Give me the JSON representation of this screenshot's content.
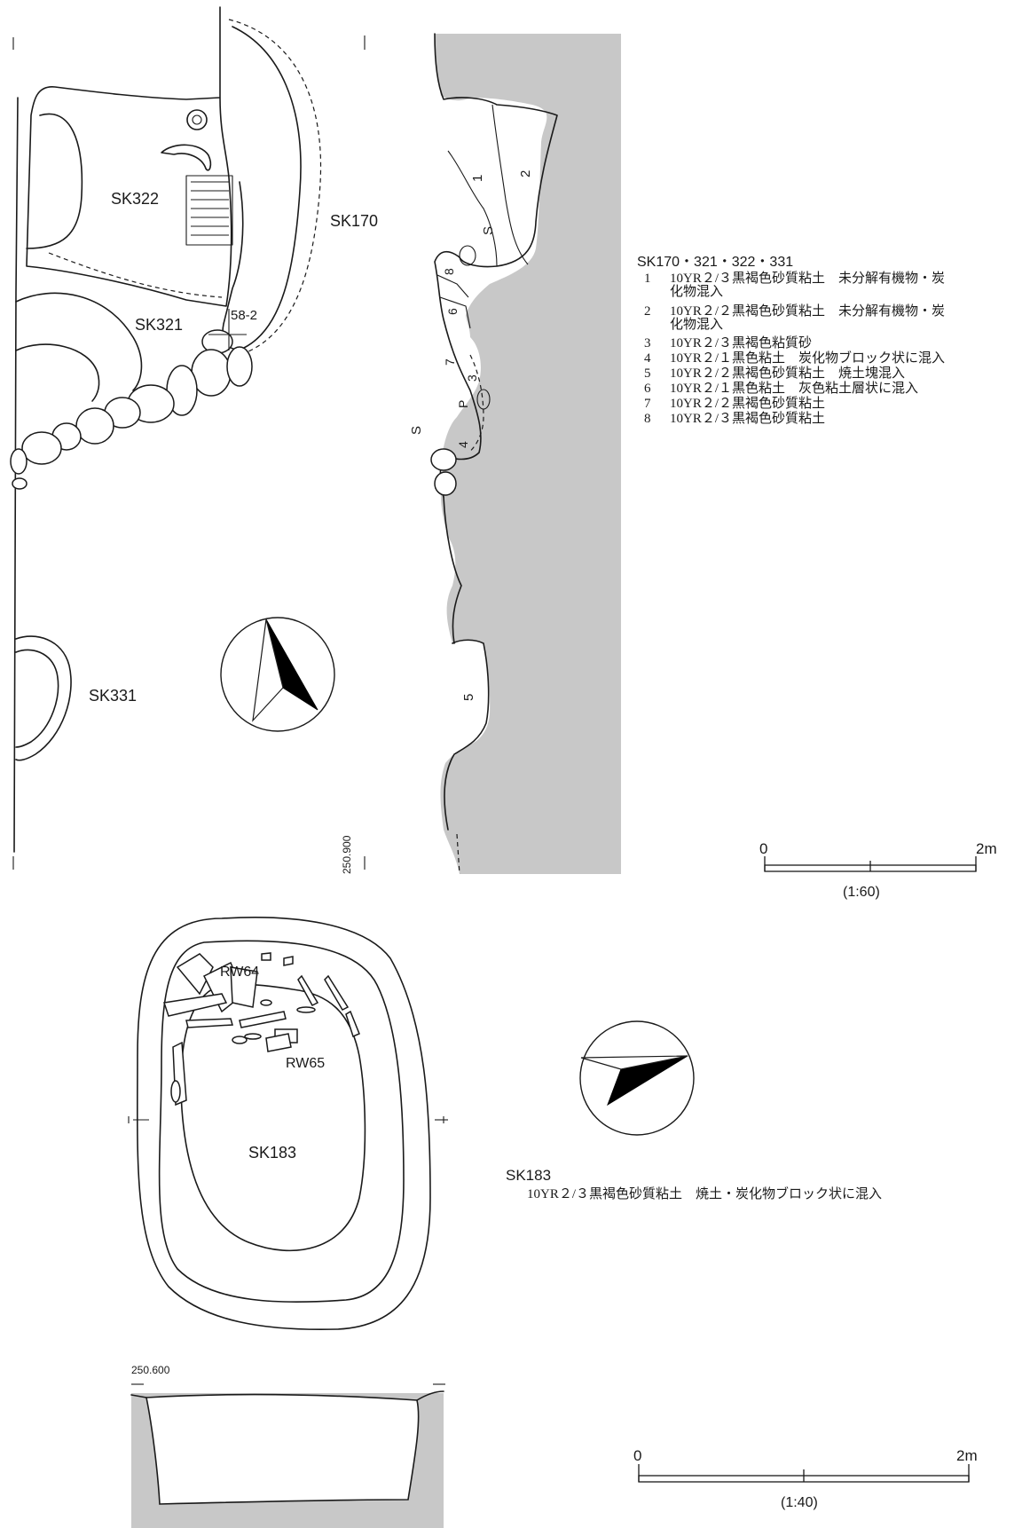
{
  "features": {
    "sk322": "SK322",
    "sk170": "SK170",
    "sk321": "SK321",
    "sk331": "SK331",
    "sk183": "SK183",
    "rw64": "RW64",
    "rw65": "RW65",
    "point_58_2": "58-2"
  },
  "elevations": {
    "upper": "250.900",
    "lower": "250.600"
  },
  "section_upper": {
    "layers": [
      "1",
      "2",
      "S",
      "8",
      "6",
      "7",
      "P",
      "3",
      "4",
      "5"
    ],
    "side_mark": "S"
  },
  "legend_upper": {
    "title": "SK170・321・322・331",
    "layers": [
      {
        "num": "1",
        "text": "10YR２/３黒褐色砂質粘土　未分解有機物・炭",
        "cont": "化物混入"
      },
      {
        "num": "2",
        "text": "10YR２/２黒褐色砂質粘土　未分解有機物・炭",
        "cont": "化物混入"
      },
      {
        "num": "3",
        "text": "10YR２/３黒褐色粘質砂",
        "cont": ""
      },
      {
        "num": "4",
        "text": "10YR２/１黒色粘土　炭化物ブロック状に混入",
        "cont": ""
      },
      {
        "num": "5",
        "text": "10YR２/２黒褐色砂質粘土　焼土塊混入",
        "cont": ""
      },
      {
        "num": "6",
        "text": "10YR２/１黒色粘土　灰色粘土層状に混入",
        "cont": ""
      },
      {
        "num": "7",
        "text": "10YR２/２黒褐色砂質粘土",
        "cont": ""
      },
      {
        "num": "8",
        "text": "10YR２/３黒褐色砂質粘土",
        "cont": ""
      }
    ]
  },
  "legend_lower": {
    "title": "SK183",
    "text": "10YR２/３黒褐色砂質粘土　焼土・炭化物ブロック状に混入"
  },
  "scale_upper": {
    "start": "0",
    "end": "2m",
    "ratio": "(1:60)"
  },
  "scale_lower": {
    "start": "0",
    "end": "2m",
    "ratio": "(1:40)"
  }
}
